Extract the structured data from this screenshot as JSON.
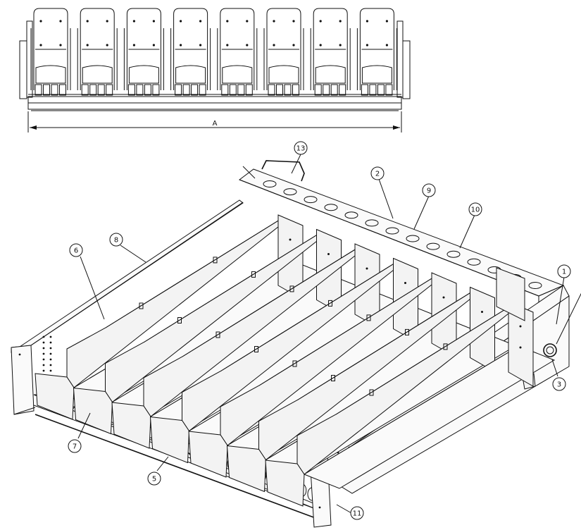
{
  "top_view": {
    "dimension_label": "A",
    "columns": 8
  },
  "iso_view": {
    "lanes": 7,
    "tube_holes": 14
  },
  "callouts": [
    {
      "id": "c1",
      "label": "1"
    },
    {
      "id": "c2",
      "label": "2"
    },
    {
      "id": "c3",
      "label": "3"
    },
    {
      "id": "c5",
      "label": "5"
    },
    {
      "id": "c6",
      "label": "6"
    },
    {
      "id": "c7",
      "label": "7"
    },
    {
      "id": "c8",
      "label": "8"
    },
    {
      "id": "c9",
      "label": "9"
    },
    {
      "id": "c10",
      "label": "10"
    },
    {
      "id": "c11",
      "label": "11"
    },
    {
      "id": "c13",
      "label": "13"
    }
  ]
}
